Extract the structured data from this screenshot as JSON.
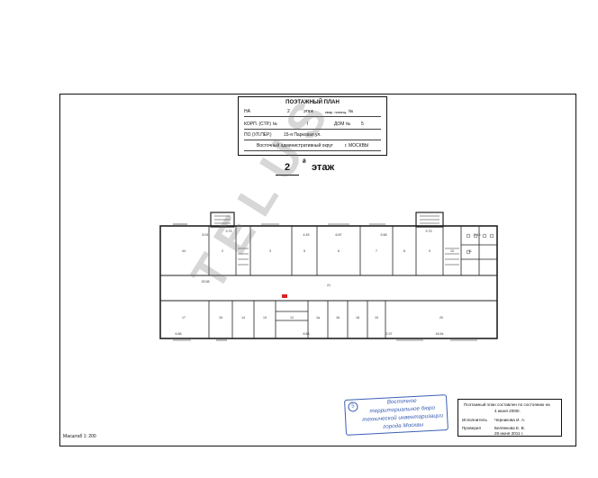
{
  "title_block": {
    "heading": "ПОЭТАЖНЫЙ ПЛАН",
    "na": "НА",
    "floor_num": "2",
    "floor_word": "этаж",
    "apt_label": "квар. помещ.",
    "no": "№",
    "korp_label": "КОРП. (СТР.) №",
    "korp_value": "I",
    "dom_label": "ДОМ №",
    "dom_value": "5",
    "street_label": "ПО (УЛ.ПЕР.)",
    "street_value": "15-я Парковая ул.",
    "district": "Восточный административный округ",
    "city": "г. МОСКВЫ"
  },
  "floor_label": {
    "number": "2",
    "sup": "й",
    "word": "этаж"
  },
  "watermark": "TELUS",
  "stamp": {
    "number": "5",
    "lines": [
      "Восточное",
      "территориальное бюро",
      "технической инвентаризации",
      "города Москвы"
    ]
  },
  "info_box": {
    "line1": "Поэтажный план составлен по состоянию на",
    "line2": "4 июня 2000г.",
    "executor_label": "Исполнитель",
    "executor_name": "Черникова И. А.",
    "checker_label": "Проверил",
    "checker_name": "Беляекова Е. В.",
    "date": "28 июня 2011 г."
  },
  "scale": "Масштаб 1: 200",
  "rooms": {
    "top": [
      "44",
      "2",
      "3",
      "5",
      "6",
      "7",
      "8",
      "9",
      "10",
      "11"
    ],
    "bottom": [
      "17",
      "15",
      "14",
      "13",
      "12",
      "1a",
      "16",
      "18",
      "19",
      "20"
    ],
    "corridor": "21",
    "dims": [
      "8.91",
      "9.75",
      "4.45",
      "6.87",
      "5.68",
      "9.75",
      "5.16",
      "25.58",
      "6.68",
      "8.68",
      "2.97",
      "16.64"
    ]
  }
}
